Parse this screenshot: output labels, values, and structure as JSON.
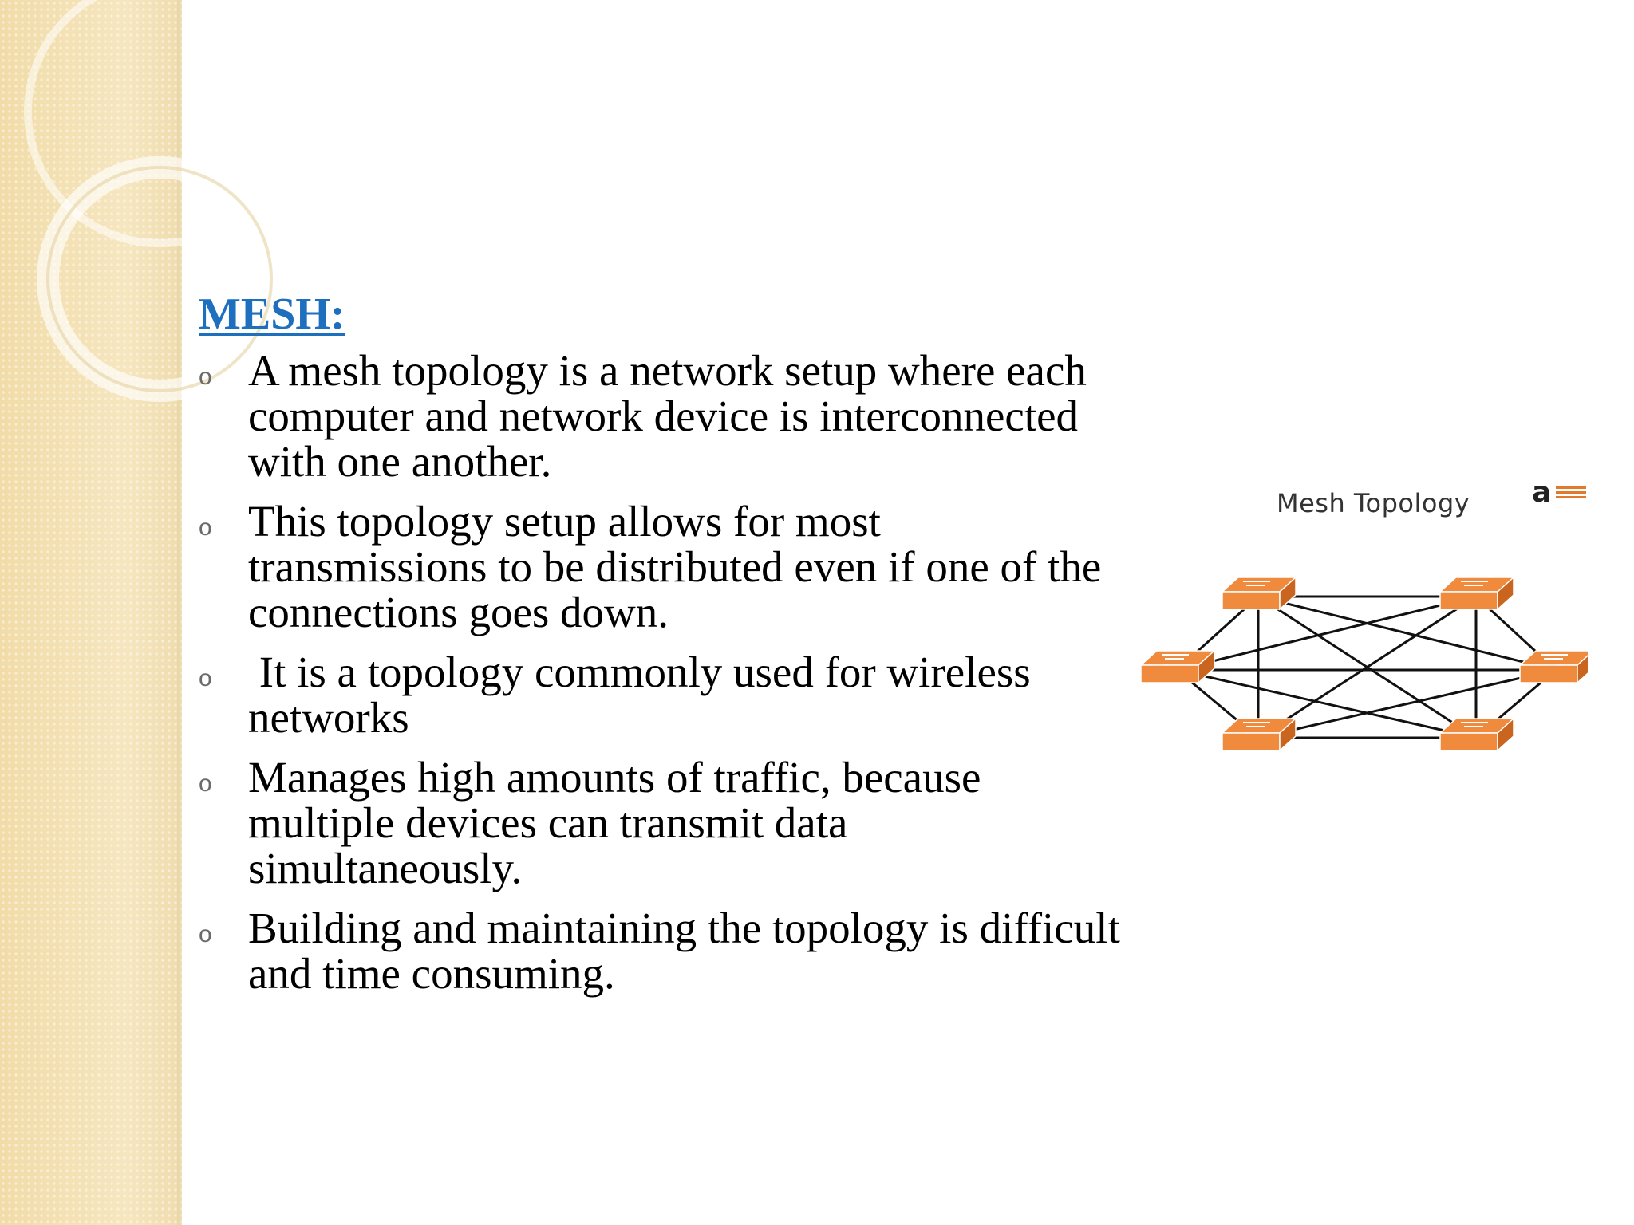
{
  "slide": {
    "heading": "MESH:",
    "bullet_marker": "o",
    "bullets": [
      "A mesh topology is a network setup where each computer and network device is interconnected with one another.",
      "This topology setup allows for most transmissions to be distributed even if one of the connections goes down.",
      " It is a topology commonly used for wireless networks",
      "Manages high amounts of traffic, because multiple devices can transmit data simultaneously.",
      "Building and maintaining the topology is difficult and time consuming."
    ]
  },
  "diagram": {
    "title": "Mesh Topology",
    "logo_letter": "a",
    "node_icon": "network-switch-icon",
    "node_count": 6,
    "colors": {
      "switch": "#f08a3c",
      "switch_dark": "#c9651f",
      "link": "#111111"
    }
  },
  "theme": {
    "heading_color": "#1f6fbf",
    "sidebar_color": "#f3e1b3"
  }
}
